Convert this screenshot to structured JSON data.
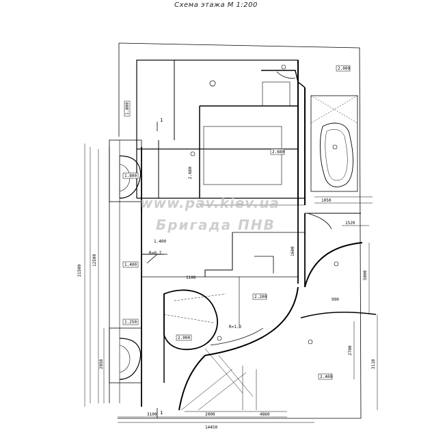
{
  "title": "Схема этажа М 1:200",
  "watermark": {
    "line1": "www.pav.kiev.ua",
    "line2": "Бригада ПНВ"
  },
  "labels": {
    "upper_ceiling": "1.800",
    "upper_center": "2.680",
    "right_top": "2.000",
    "mid_left_a": "1.400",
    "mid_left_b": "1.250",
    "mid_center": "1.800",
    "door_label": "1.400",
    "center_small": "2.200",
    "stair_level": "2.680",
    "radius_a": "R=0.7",
    "radius_b": "R=1.3",
    "small_room": "2.000",
    "lower_right": "2.400",
    "section_mark": "1",
    "dim_total_h": "21500",
    "dim_left_1": "12500",
    "dim_left_2": "2050",
    "dim_bottom_1": "3100",
    "dim_bottom_2": "2000",
    "dim_bottom_3": "4860",
    "dim_bottom_total": "14450",
    "dim_right_1": "5000",
    "dim_right_2": "3110",
    "dim_right_3": "2700",
    "dim_right_4": "1520",
    "dim_mid_a": "1600",
    "dim_mid_b": "1050",
    "dim_mid_c": "990",
    "dim_mid_d": "1100"
  }
}
